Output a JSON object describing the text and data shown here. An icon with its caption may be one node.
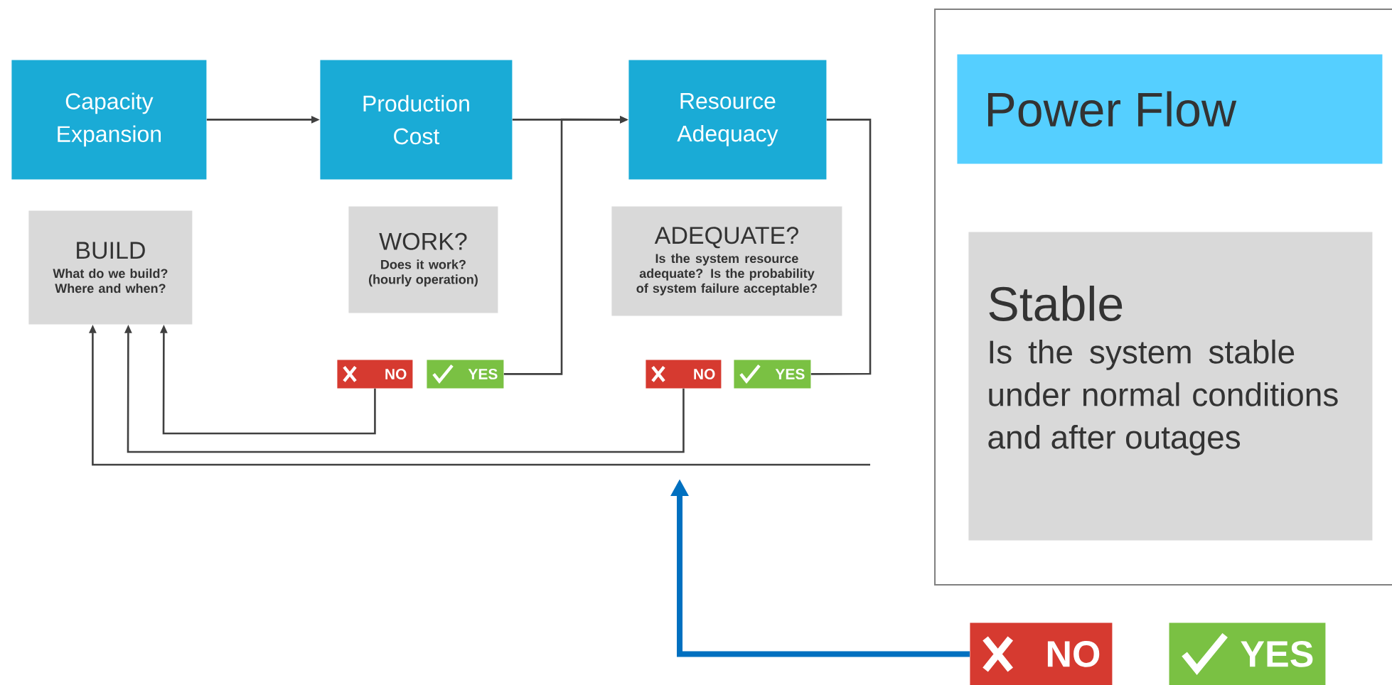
{
  "diagram": {
    "nodes": [
      {
        "text": [
          "Capacity Expansion"
        ]
      },
      {
        "text": [
          "Production Cost"
        ]
      },
      {
        "text": [
          "Resource Adequacy"
        ]
      },
      {
        "text": [
          "BUILD",
          "What do we build? Where and when?"
        ]
      },
      {
        "text": [
          "WORK?",
          "Does it work? (hourly operation)"
        ]
      },
      {
        "text": [
          "ADEQUATE?",
          "Is the system resource adequate? Is the probability of system failure acceptable?"
        ]
      },
      {
        "text": [
          "NO"
        ]
      },
      {
        "text": [
          "YES"
        ]
      },
      {
        "text": [
          "NO"
        ]
      },
      {
        "text": [
          "YES"
        ]
      },
      {
        "text": [],
        "shape": "box"
      },
      {
        "text": [
          "Power Flow"
        ],
        "in": 10
      },
      {
        "text": [
          "Stable",
          "Is the system stable under normal conditions and after outages"
        ],
        "in": 10
      },
      {
        "text": [
          "NO"
        ]
      },
      {
        "text": [
          "YES"
        ]
      }
    ],
    "edges": [
      {
        "from": 0,
        "to": 1,
        "arrow": "to"
      },
      {
        "from": 1,
        "to": 2,
        "arrow": "to"
      },
      {
        "from": 7,
        "to": 2,
        "arrow": "to"
      },
      {
        "from": 2,
        "to": 9,
        "arrow": "none"
      },
      {
        "from": 6,
        "to": 3,
        "arrow": "to"
      },
      {
        "from": 8,
        "to": 3,
        "arrow": "to"
      },
      {
        "from": null,
        "to": 3,
        "arrow": "to"
      },
      {
        "from": 13,
        "to": null,
        "arrow": "to",
        "style": "thick",
        "color": "#0070c0"
      }
    ]
  }
}
